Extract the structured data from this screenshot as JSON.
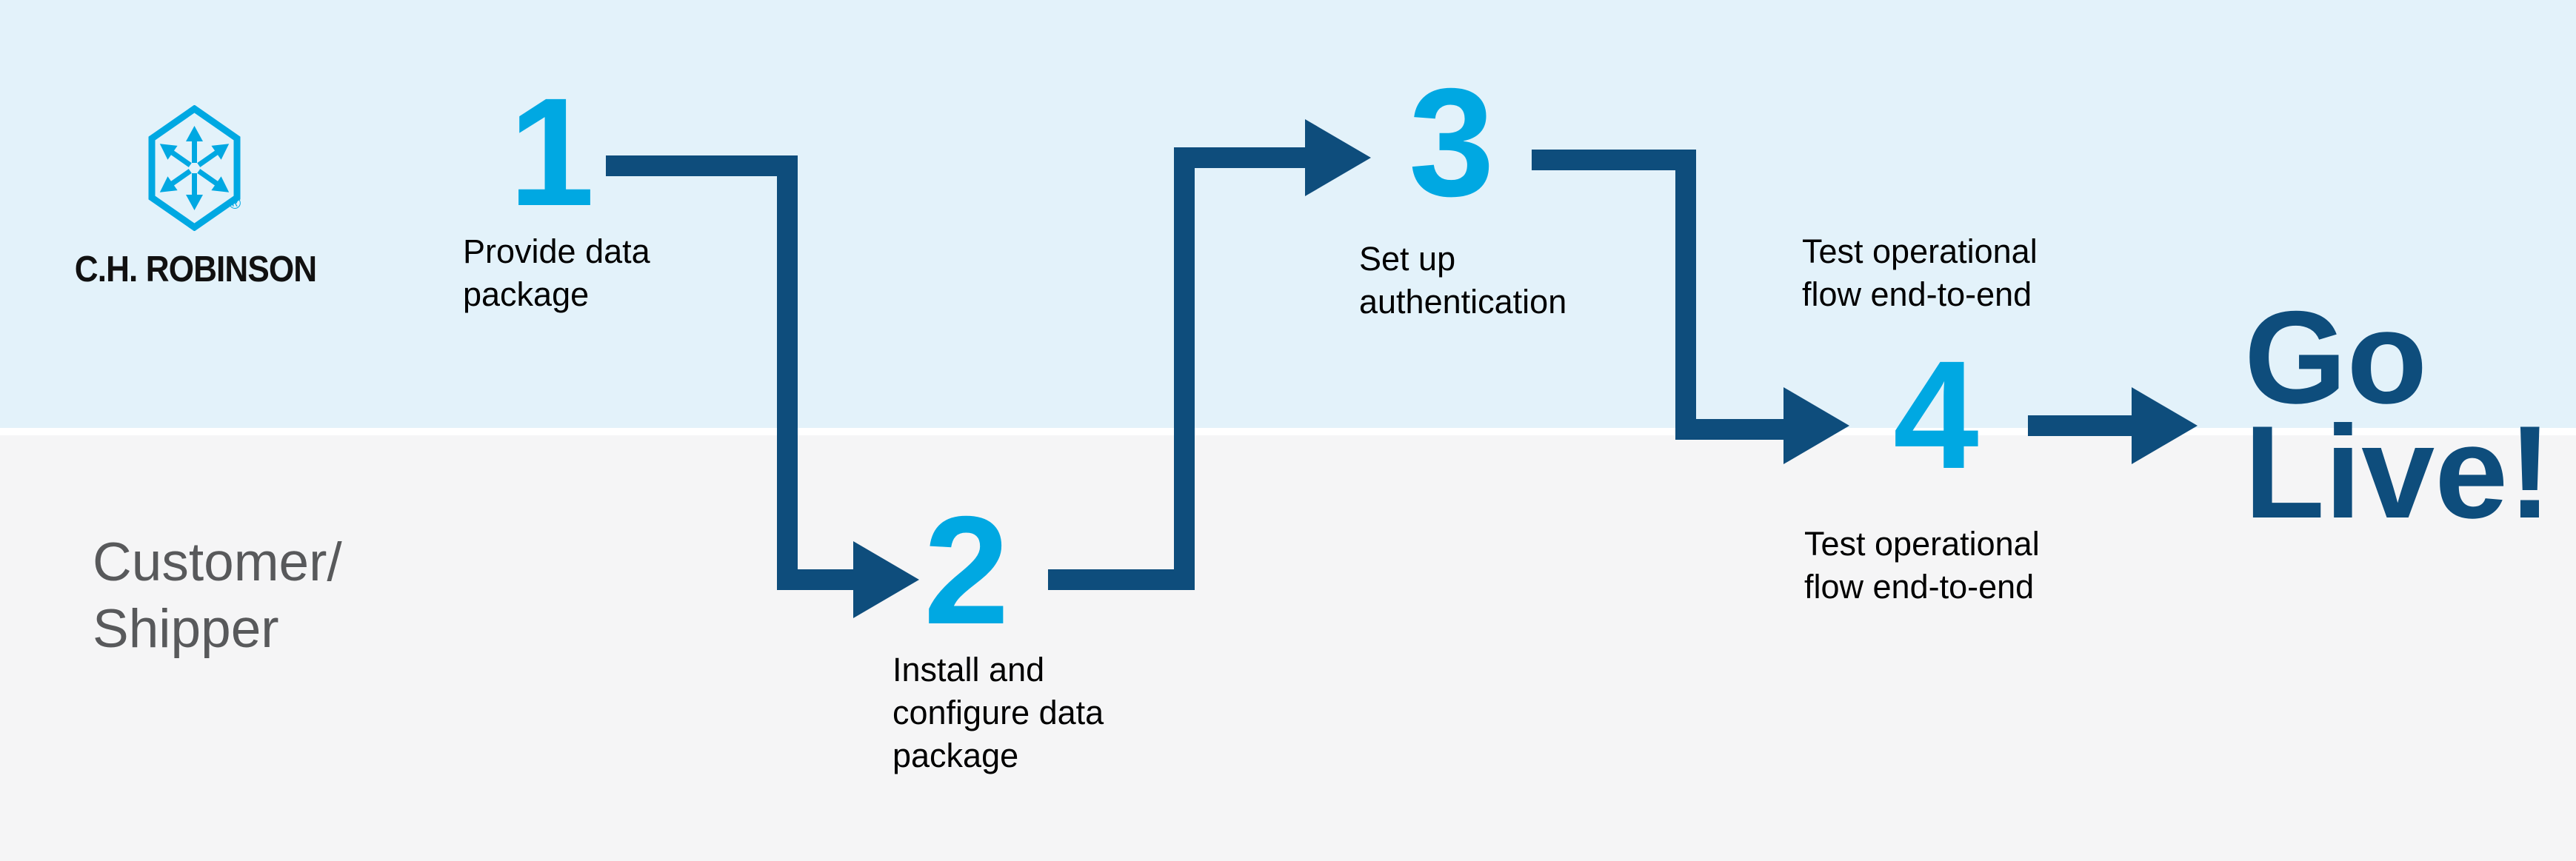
{
  "branding": {
    "company_name": "C.H. ROBINSON",
    "registered_mark": "®"
  },
  "lanes": {
    "top": {
      "owner_logo": "C.H. Robinson",
      "background": "#E3F2FA"
    },
    "bottom": {
      "label_lines": [
        "Customer/",
        "Shipper"
      ],
      "background": "#F5F5F6"
    }
  },
  "steps": [
    {
      "number": "1",
      "label_lines": [
        "Provide data",
        "package"
      ]
    },
    {
      "number": "2",
      "label_lines": [
        "Install and",
        "configure data",
        "package"
      ]
    },
    {
      "number": "3",
      "label_lines": [
        "Set up",
        "authentication"
      ]
    },
    {
      "number": "4",
      "label_lines": [
        "Test operational",
        "flow end-to-end"
      ],
      "label_lines_secondary": [
        "Test operational",
        "flow end-to-end"
      ]
    }
  ],
  "go_live": {
    "lines": [
      "Go",
      "Live!"
    ]
  },
  "colors": {
    "accent_blue": "#00A8E2",
    "navy": "#0E4D7C",
    "band_blue": "#E3F2FA",
    "band_gray": "#F5F5F6",
    "customer_text_gray": "#58595B",
    "label_black": "#000000",
    "divider_white": "#FFFFFF"
  }
}
